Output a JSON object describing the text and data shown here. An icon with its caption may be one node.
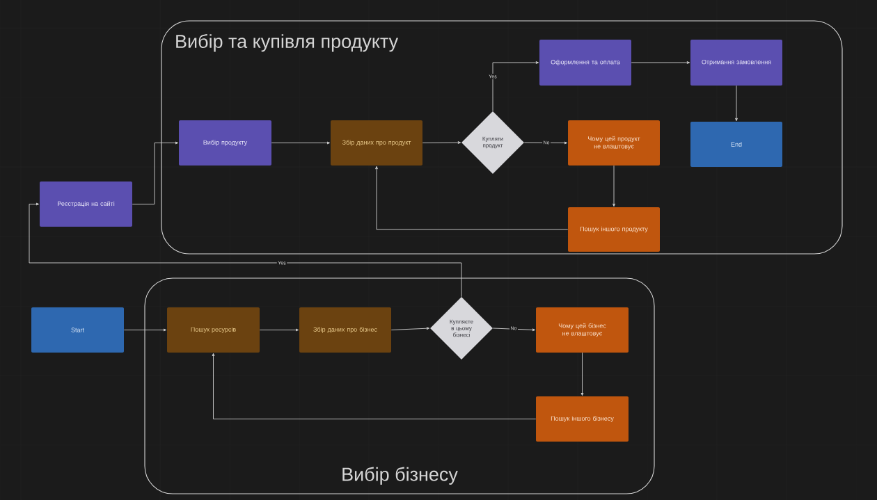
{
  "diagram": {
    "nodes": [
      {
        "text": [
          "Вибір та купівля продукту"
        ]
      },
      {
        "text": [
          "Вибір продукту"
        ],
        "in": 0
      },
      {
        "text": [
          "Збір даних про продукт"
        ],
        "in": 0
      },
      {
        "text": [
          "Купляти продукт"
        ],
        "in": 0
      },
      {
        "text": [
          "Оформлення та оплата"
        ],
        "in": 0
      },
      {
        "text": [
          "Отримання замовлення"
        ],
        "in": 0
      },
      {
        "text": [
          "Чому цей продукт не влаштовує"
        ],
        "in": 0
      },
      {
        "text": [
          "End"
        ],
        "in": 0
      },
      {
        "text": [
          "Пошук іншого продукту"
        ],
        "in": 0
      },
      {
        "text": [
          "Реєстрація на сайті"
        ]
      },
      {
        "text": [
          "Вибір бізнесу"
        ]
      },
      {
        "text": [
          "Start"
        ]
      },
      {
        "text": [
          "Пошук ресурсів"
        ],
        "in": 10
      },
      {
        "text": [
          "Збір даних про бізнес"
        ],
        "in": 10
      },
      {
        "text": [
          "Купляєте в цьому бізнесі"
        ],
        "in": 10
      },
      {
        "text": [
          "Чому цей бізнес не влаштовує"
        ],
        "in": 10
      },
      {
        "text": [
          "Пошук іншого бізнесу"
        ],
        "in": 10
      }
    ],
    "edges": [
      {
        "from": 9,
        "to": 1,
        "arrow": "to"
      },
      {
        "from": 1,
        "to": 2,
        "arrow": "to"
      },
      {
        "from": 2,
        "to": 3,
        "arrow": "to"
      },
      {
        "from": 3,
        "to": 4,
        "arrow": "to",
        "label": "Yes"
      },
      {
        "from": 4,
        "to": 5,
        "arrow": "to"
      },
      {
        "from": 5,
        "to": 7,
        "arrow": "to"
      },
      {
        "from": 3,
        "to": 6,
        "arrow": "to",
        "label": "No"
      },
      {
        "from": 6,
        "to": 8,
        "arrow": "to"
      },
      {
        "from": 8,
        "to": 2,
        "arrow": "to"
      },
      {
        "from": 11,
        "to": 12,
        "arrow": "to"
      },
      {
        "from": 12,
        "to": 13,
        "arrow": "to"
      },
      {
        "from": 13,
        "to": 14,
        "arrow": "to"
      },
      {
        "from": 14,
        "to": 9,
        "arrow": "to",
        "label": "Yes"
      },
      {
        "from": 14,
        "to": 15,
        "arrow": "to",
        "label": "No"
      },
      {
        "from": 15,
        "to": 16,
        "arrow": "to"
      },
      {
        "from": 16,
        "to": 12,
        "arrow": "to"
      }
    ]
  }
}
